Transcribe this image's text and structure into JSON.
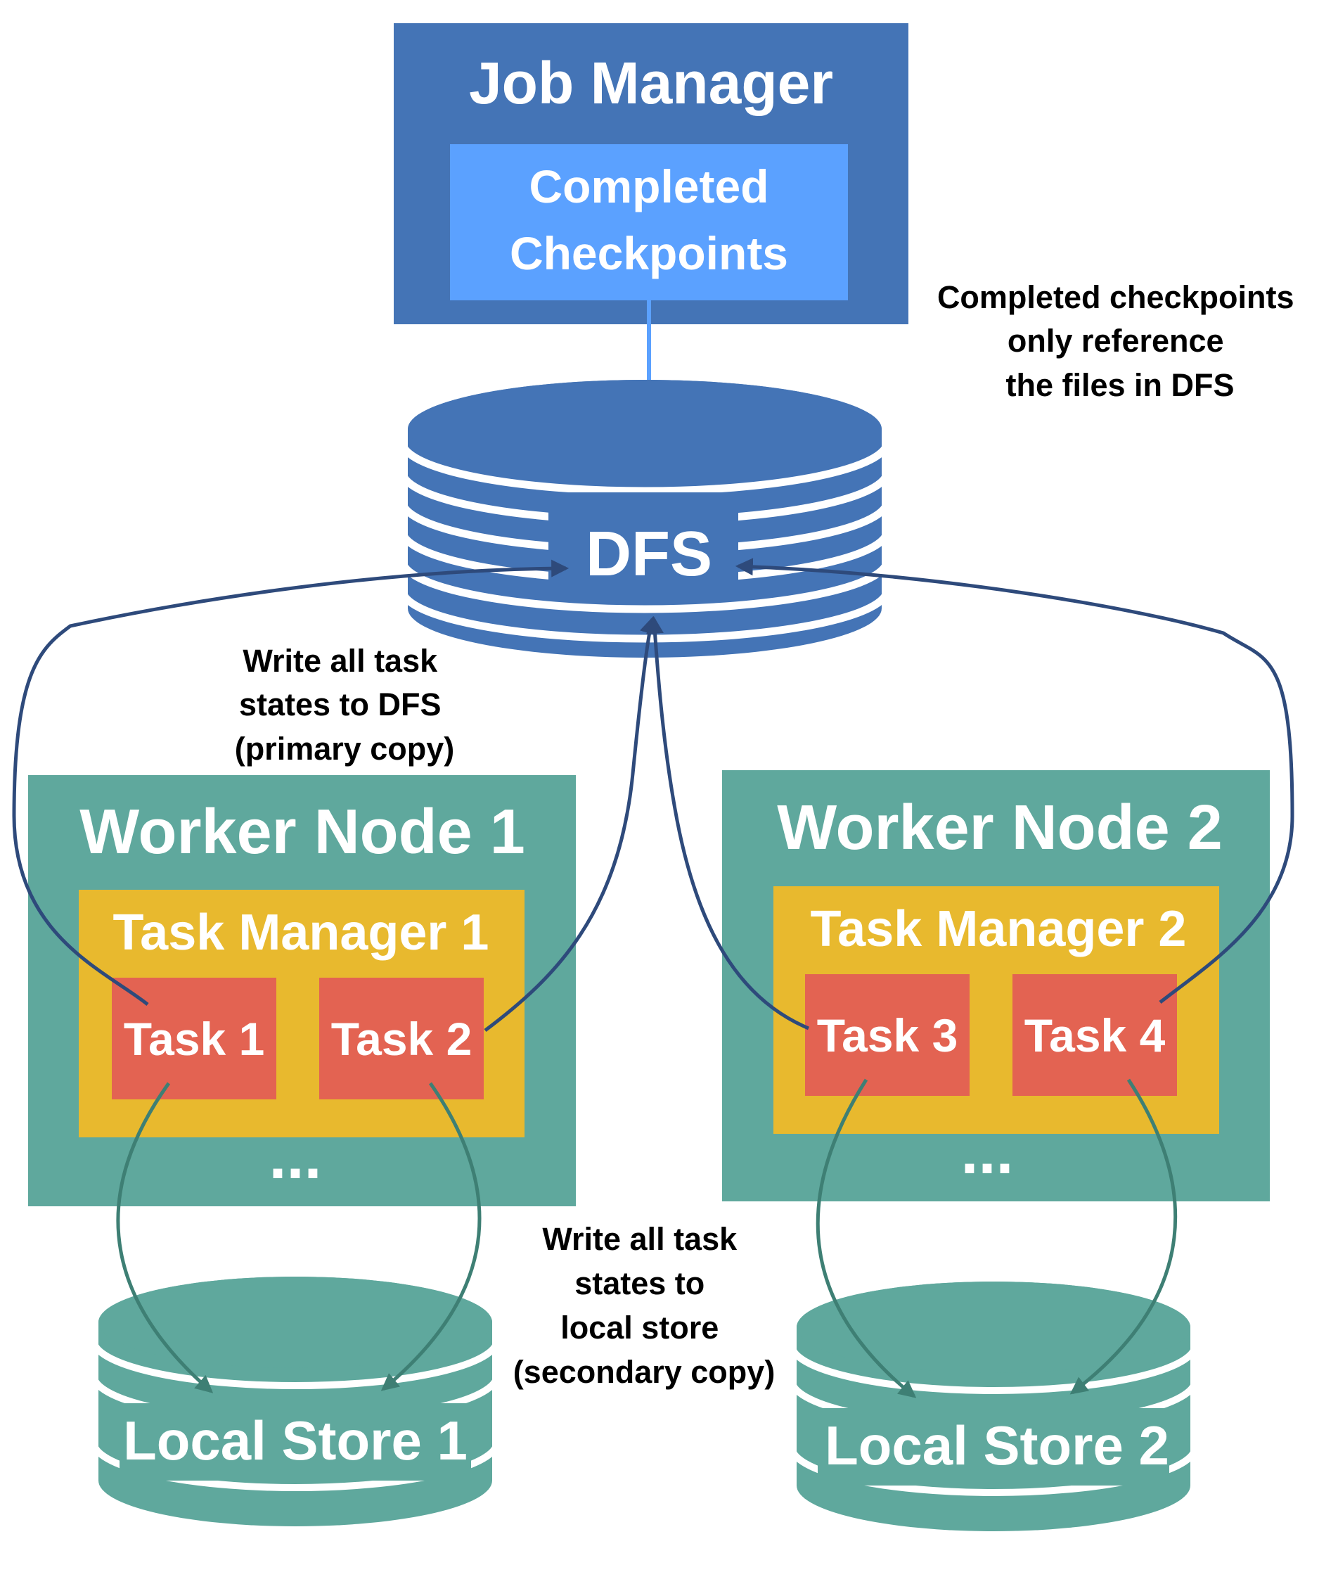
{
  "colors": {
    "job_manager": "#4474b6",
    "checkpoints_box": "#5ba1ff",
    "checkpoint_line": "#5ba1ff",
    "dfs": "#4474b6",
    "worker_node": "#5fa89d",
    "task_manager": "#e8b92e",
    "task": "#e36352",
    "local_store": "#5fa89d",
    "dfs_arrow": "#2e4a7b",
    "local_arrow": "#3e7f74",
    "note_text": "#000000",
    "box_text": "#ffffff"
  },
  "job_manager": {
    "title": "Job Manager",
    "checkpoints_line1": "Completed",
    "checkpoints_line2": "Checkpoints"
  },
  "notes": {
    "checkpoint_note": [
      "Completed checkpoints",
      "only reference",
      "the files in DFS"
    ],
    "dfs_write_note": [
      "Write all task",
      "states to DFS",
      "(primary copy)"
    ],
    "local_write_note": [
      "Write all task",
      "states to",
      "local store",
      "(secondary copy)"
    ]
  },
  "dfs": {
    "label": "DFS"
  },
  "worker_nodes": [
    {
      "title": "Worker Node 1",
      "task_manager": "Task Manager 1",
      "tasks": [
        "Task 1",
        "Task 2"
      ],
      "ellipsis": "..."
    },
    {
      "title": "Worker Node 2",
      "task_manager": "Task Manager 2",
      "tasks": [
        "Task 3",
        "Task 4"
      ],
      "ellipsis": "..."
    }
  ],
  "local_stores": [
    {
      "label": "Local Store 1"
    },
    {
      "label": "Local Store 2"
    }
  ]
}
